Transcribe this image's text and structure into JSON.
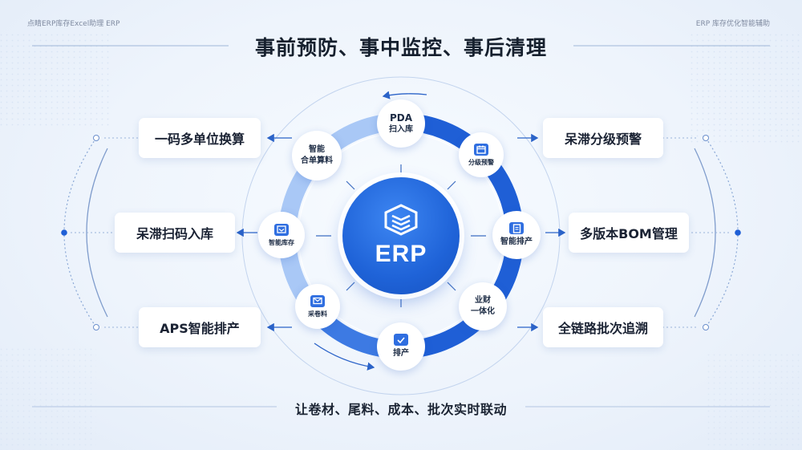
{
  "header": {
    "left_text": "点睛ERP库存Excel助理 ERP",
    "right_text": "ERP 库存优化智能辅助"
  },
  "title": "事前预防、事中监控、事后清理",
  "subtitle": "让卷材、尾料、成本、批次实时联动",
  "center": {
    "label": "ERP",
    "icon": "erp-layers-icon"
  },
  "ring_nodes": [
    {
      "line1": "PDA",
      "line2": "扫入库"
    },
    {
      "icon": "calendar-icon",
      "label": "分级预警"
    },
    {
      "icon": "document-icon",
      "label": "智能排产"
    },
    {
      "line1": "业财",
      "line2": "一体化"
    },
    {
      "icon": "check-box-icon",
      "label": "排产"
    },
    {
      "icon": "envelope-icon",
      "label": "采卷料"
    },
    {
      "icon": "inbox-icon",
      "label": "智能库存"
    },
    {
      "line1": "智能",
      "line2": "合单算料"
    }
  ],
  "cards": {
    "left": [
      "一码多单位换算",
      "呆滞扫码入库",
      "APS智能排产"
    ],
    "right": [
      "呆滞分级预警",
      "多版本BOM管理",
      "全链路批次追溯"
    ]
  },
  "colors": {
    "primary": "#1f63d8",
    "ring_dark": "#1f5fd6",
    "ring_light": "#a9c8f6",
    "background": "#eef4fc"
  }
}
